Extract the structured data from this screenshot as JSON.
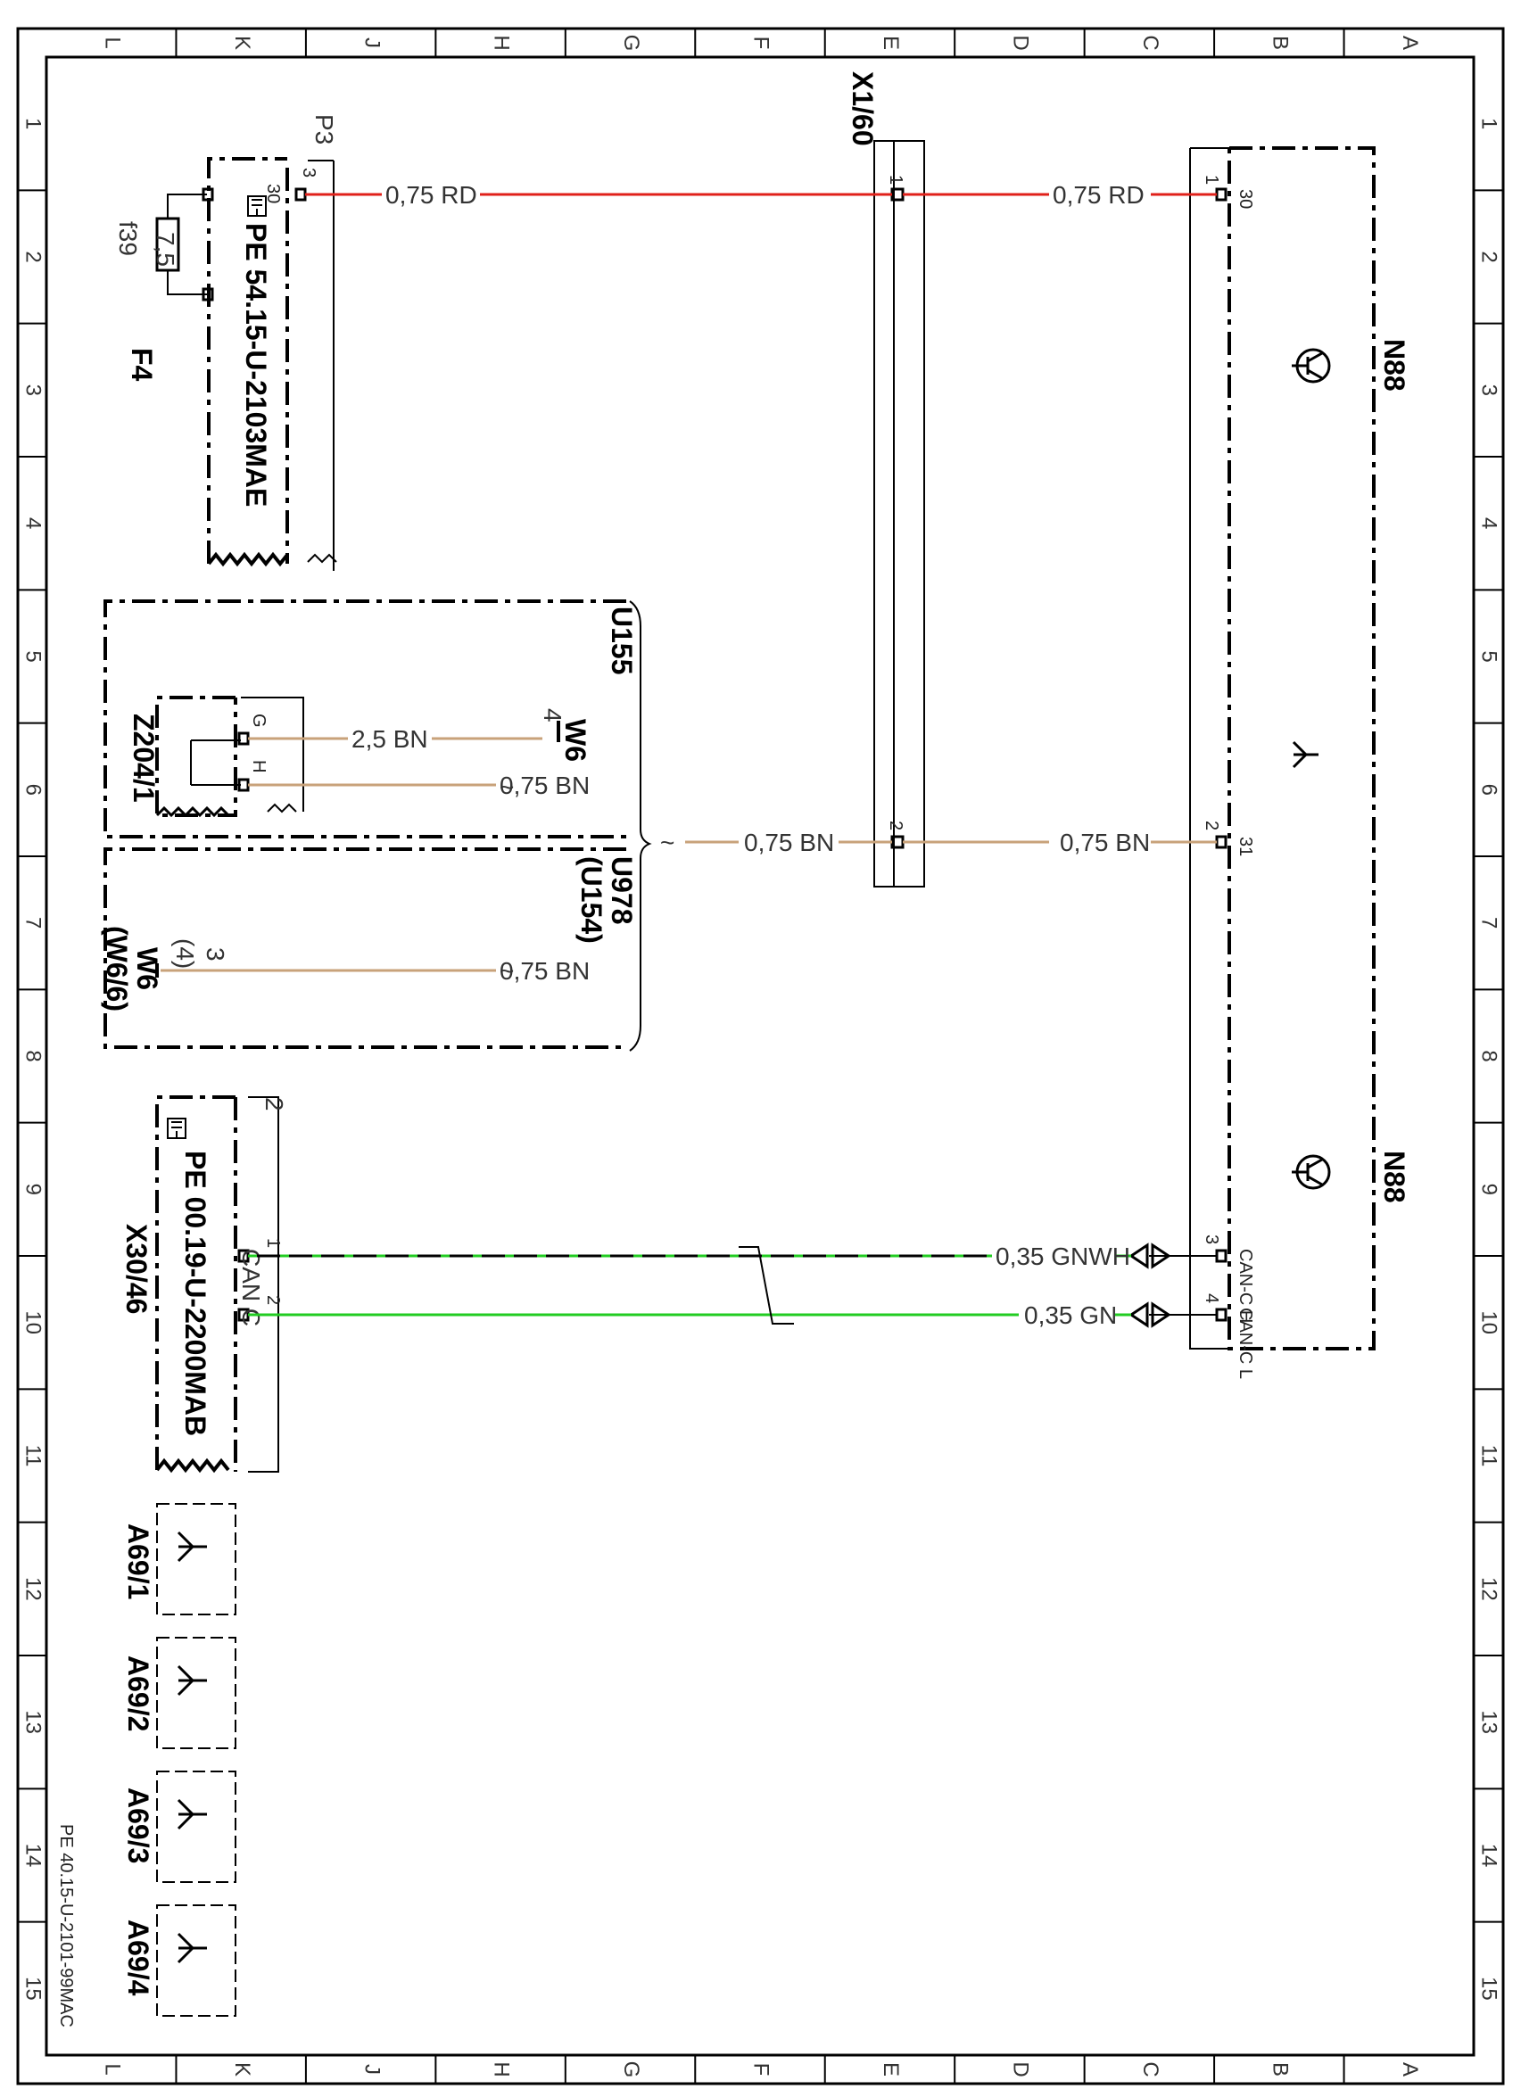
{
  "title_block": {
    "doc_id": "PE 40.15-U-2101-99MAC"
  },
  "grid": {
    "columns": [
      "L",
      "K",
      "J",
      "H",
      "G",
      "F",
      "E",
      "D",
      "C",
      "B",
      "A"
    ],
    "rows": [
      "1",
      "2",
      "3",
      "4",
      "5",
      "6",
      "7",
      "8",
      "9",
      "10",
      "11",
      "12",
      "13",
      "14",
      "15"
    ]
  },
  "components": {
    "fuse_block": {
      "name": "F4",
      "fuse": "f39",
      "rating": "7,5",
      "ref": "PE 54.15-U-2103MAE",
      "pin_label": "30",
      "pin_number": "3",
      "connector": "P3"
    },
    "connector_x1": {
      "name": "X1/60",
      "pin_1": "1",
      "pin_2": "2"
    },
    "module_n88": {
      "name_top": "N88",
      "name_bottom": "N88",
      "pin_30": "30",
      "pin_31": "31",
      "pin_can_h": "CAN-C H",
      "pin_can_l": "CAN-C L",
      "pin_nums": [
        "1",
        "2",
        "3",
        "4"
      ]
    },
    "u155": {
      "name": "U155",
      "sub": "Z204/1",
      "pin_g": "G",
      "pin_h": "H",
      "w6": "W6",
      "w6_pin": "4"
    },
    "u978": {
      "name": "U978",
      "alt": "(U154)",
      "w6": "W6",
      "w6_alt": "(W6/6)",
      "pin": "3",
      "pin_alt": "(4)"
    },
    "x30": {
      "name": "X30/46",
      "ref": "PE 00.19-U-2200MAB",
      "bus": "CAN C",
      "pin_1": "1",
      "pin_2": "2",
      "shield_no": "2"
    },
    "sensors": [
      "A69/1",
      "A69/2",
      "A69/3",
      "A69/4"
    ]
  },
  "wires": {
    "rd_left": "0,75 RD",
    "rd_right": "0,75 RD",
    "bn_g": "2,5 BN",
    "bn_h": "0,75 BN",
    "bn_mid_left": "0,75 BN",
    "bn_mid_right": "0,75 BN",
    "bn_u978": "0,75 BN",
    "can_h": "0,35 GNWH",
    "can_l": "0,35 GN"
  },
  "colors": {
    "red": "#e0201a",
    "brown": "#c8a27a",
    "green": "#22cc22"
  }
}
